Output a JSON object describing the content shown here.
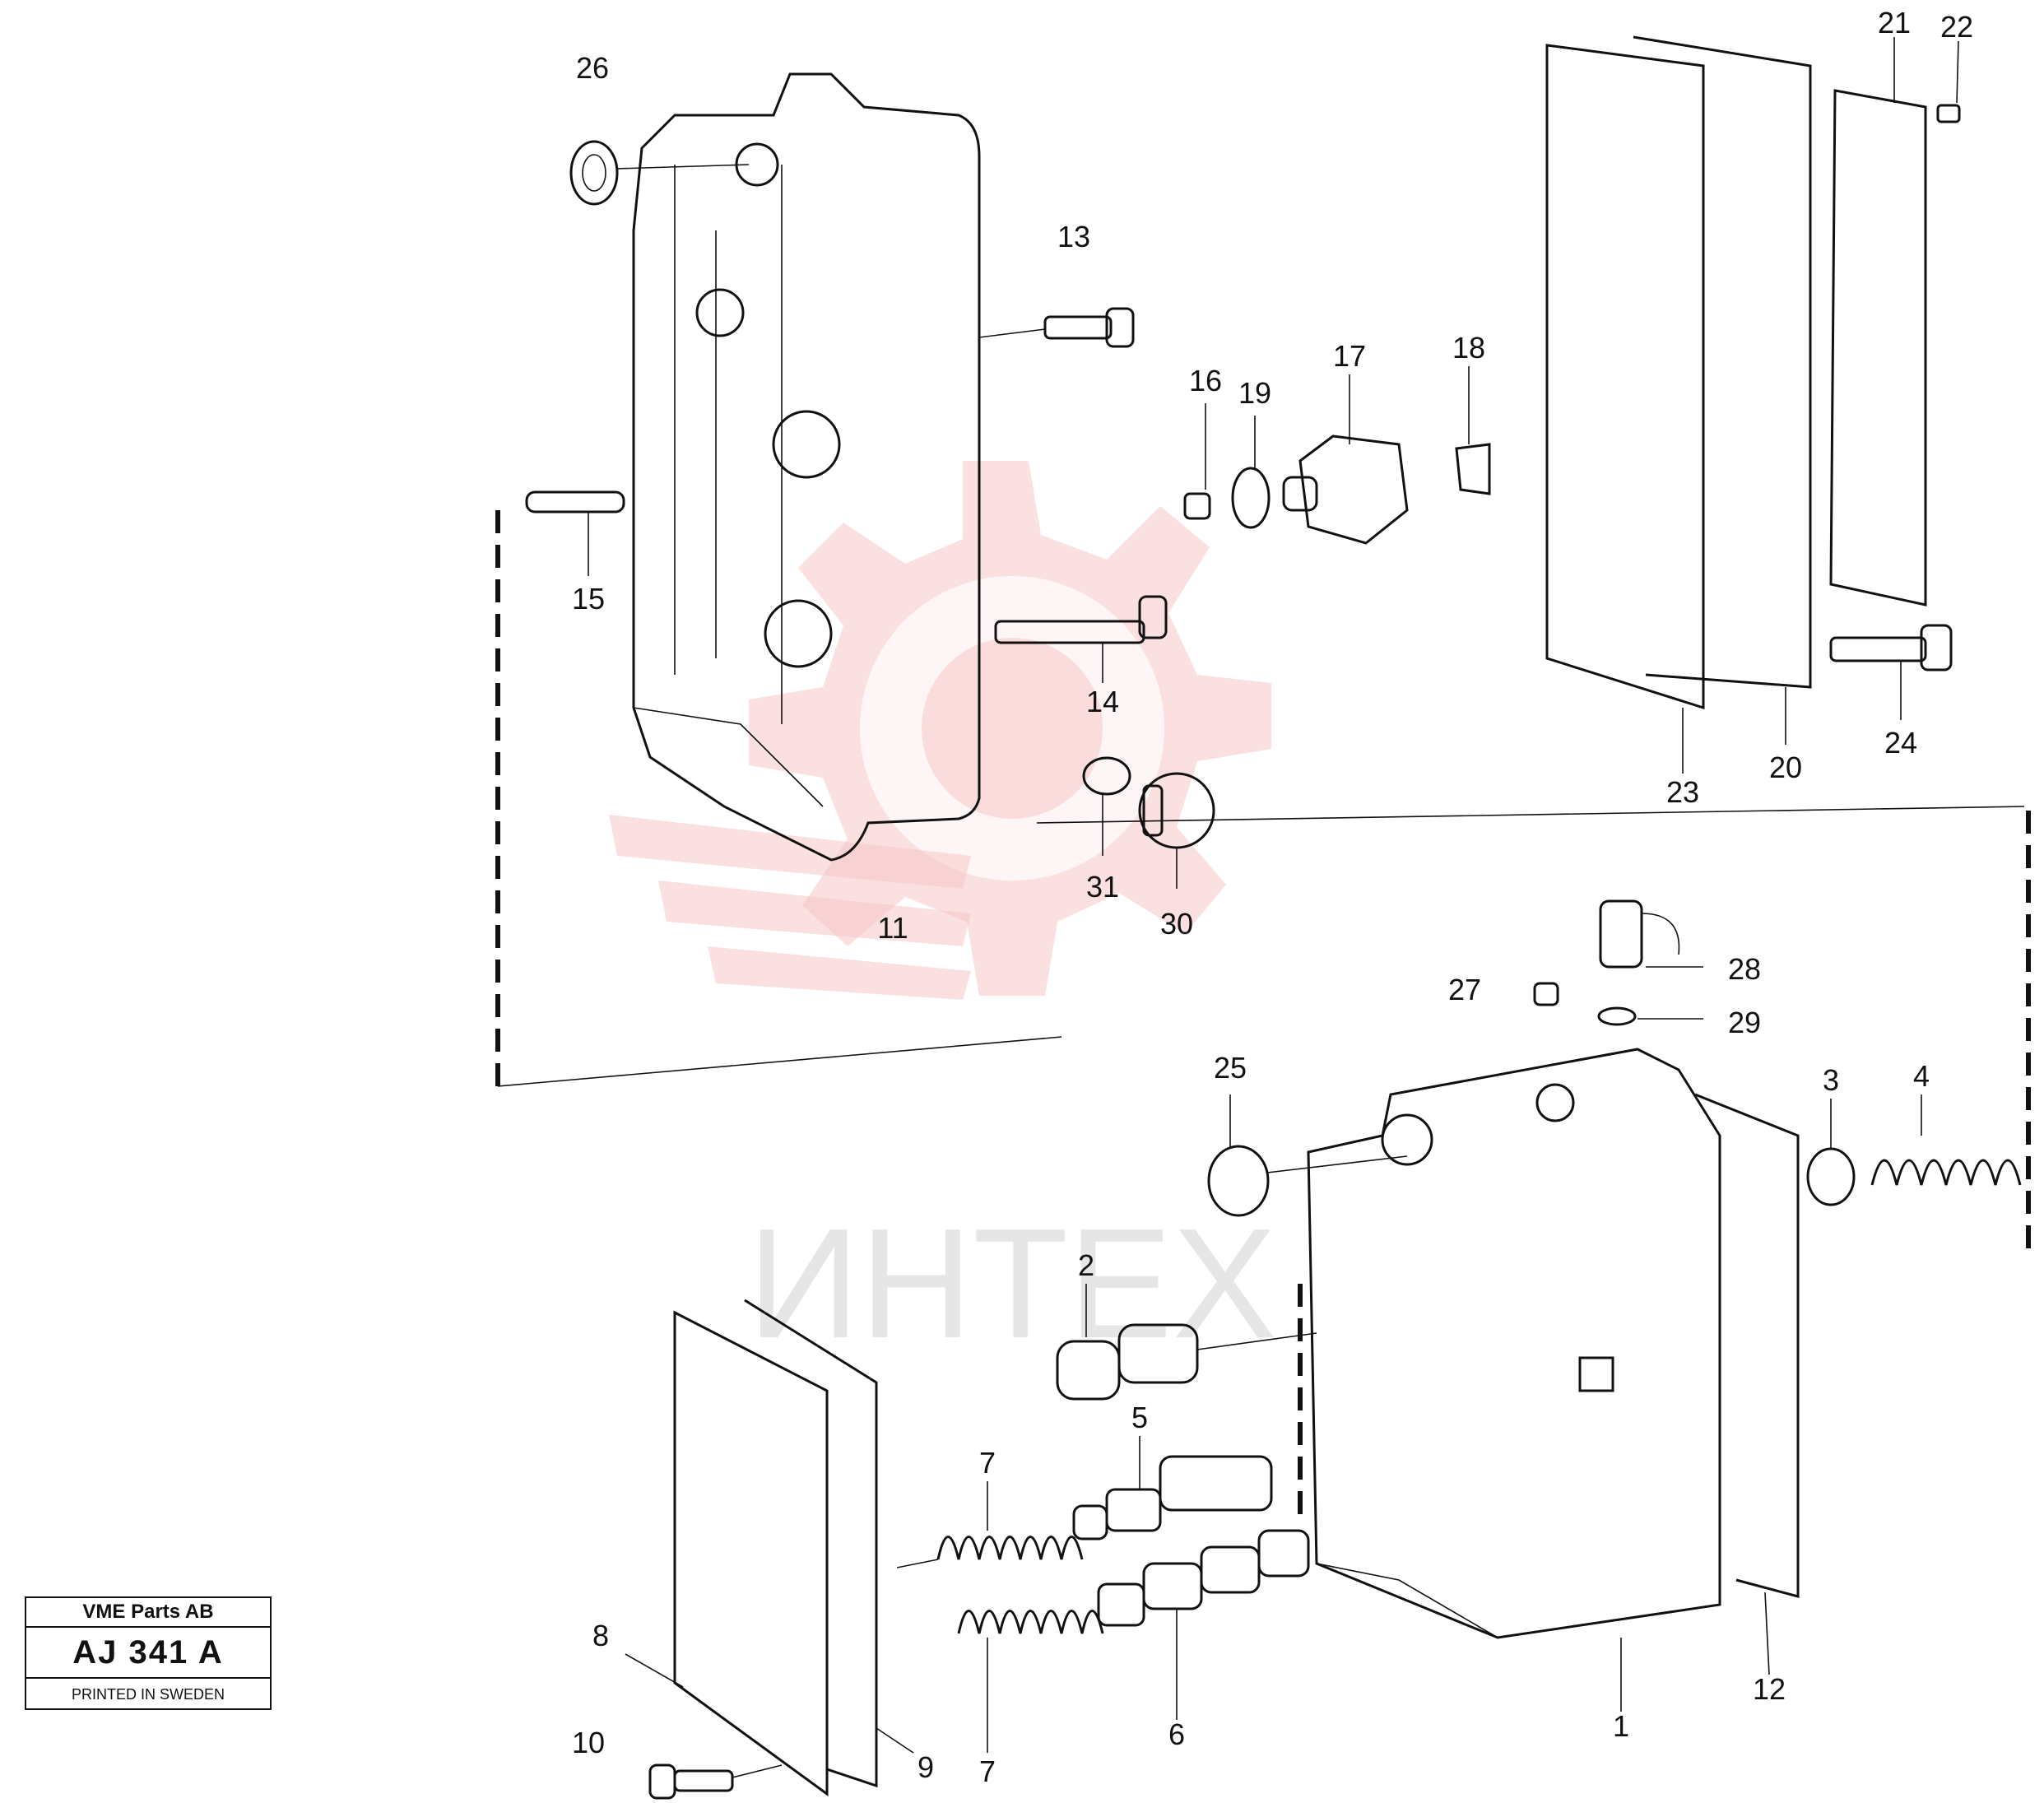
{
  "title_block": {
    "company": "VME Parts AB",
    "drawing_number": "AJ 341  A",
    "printed": "PRINTED IN SWEDEN"
  },
  "watermark": {
    "text": "ИНТЕХ",
    "color": "#f6c6c6"
  },
  "callouts": [
    {
      "id": "c1",
      "label": "1"
    },
    {
      "id": "c2",
      "label": "2"
    },
    {
      "id": "c3",
      "label": "3"
    },
    {
      "id": "c4",
      "label": "4"
    },
    {
      "id": "c5",
      "label": "5"
    },
    {
      "id": "c6",
      "label": "6"
    },
    {
      "id": "c7a",
      "label": "7"
    },
    {
      "id": "c7b",
      "label": "7"
    },
    {
      "id": "c8",
      "label": "8"
    },
    {
      "id": "c9",
      "label": "9"
    },
    {
      "id": "c10",
      "label": "10"
    },
    {
      "id": "c11",
      "label": "11"
    },
    {
      "id": "c12",
      "label": "12"
    },
    {
      "id": "c13",
      "label": "13"
    },
    {
      "id": "c14",
      "label": "14"
    },
    {
      "id": "c15",
      "label": "15"
    },
    {
      "id": "c16",
      "label": "16"
    },
    {
      "id": "c17",
      "label": "17"
    },
    {
      "id": "c18",
      "label": "18"
    },
    {
      "id": "c19",
      "label": "19"
    },
    {
      "id": "c20",
      "label": "20"
    },
    {
      "id": "c21",
      "label": "21"
    },
    {
      "id": "c22",
      "label": "22"
    },
    {
      "id": "c23",
      "label": "23"
    },
    {
      "id": "c24",
      "label": "24"
    },
    {
      "id": "c25",
      "label": "25"
    },
    {
      "id": "c26",
      "label": "26"
    },
    {
      "id": "c27",
      "label": "27"
    },
    {
      "id": "c28",
      "label": "28"
    },
    {
      "id": "c29",
      "label": "29"
    },
    {
      "id": "c30",
      "label": "30"
    },
    {
      "id": "c31",
      "label": "31"
    }
  ]
}
